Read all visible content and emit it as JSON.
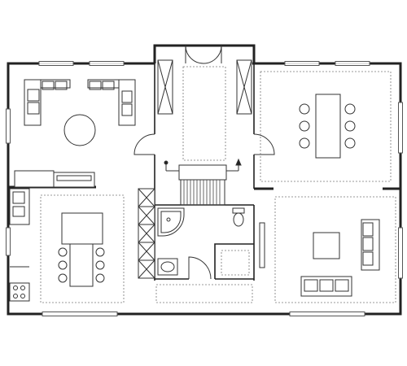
{
  "diagram": {
    "kind": "floor-plan",
    "rooms": [
      {
        "id": "living-room",
        "furniture": [
          "sofa",
          "sofa",
          "round-table",
          "sideboard"
        ]
      },
      {
        "id": "kitchen",
        "furniture": [
          "counter",
          "stove",
          "dining-table",
          "chairs"
        ]
      },
      {
        "id": "entry-hall",
        "furniture": [
          "staircase",
          "closets"
        ]
      },
      {
        "id": "bathroom",
        "furniture": [
          "corner-bath",
          "toilet",
          "sink",
          "shower"
        ]
      },
      {
        "id": "dining-room",
        "furniture": [
          "table",
          "chairs"
        ]
      },
      {
        "id": "lounge",
        "furniture": [
          "sofa",
          "armchair",
          "coffee-table"
        ]
      }
    ],
    "colors": {
      "wall": "#222222",
      "line": "#333333",
      "dashed": "#777777",
      "background": "#ffffff"
    }
  }
}
